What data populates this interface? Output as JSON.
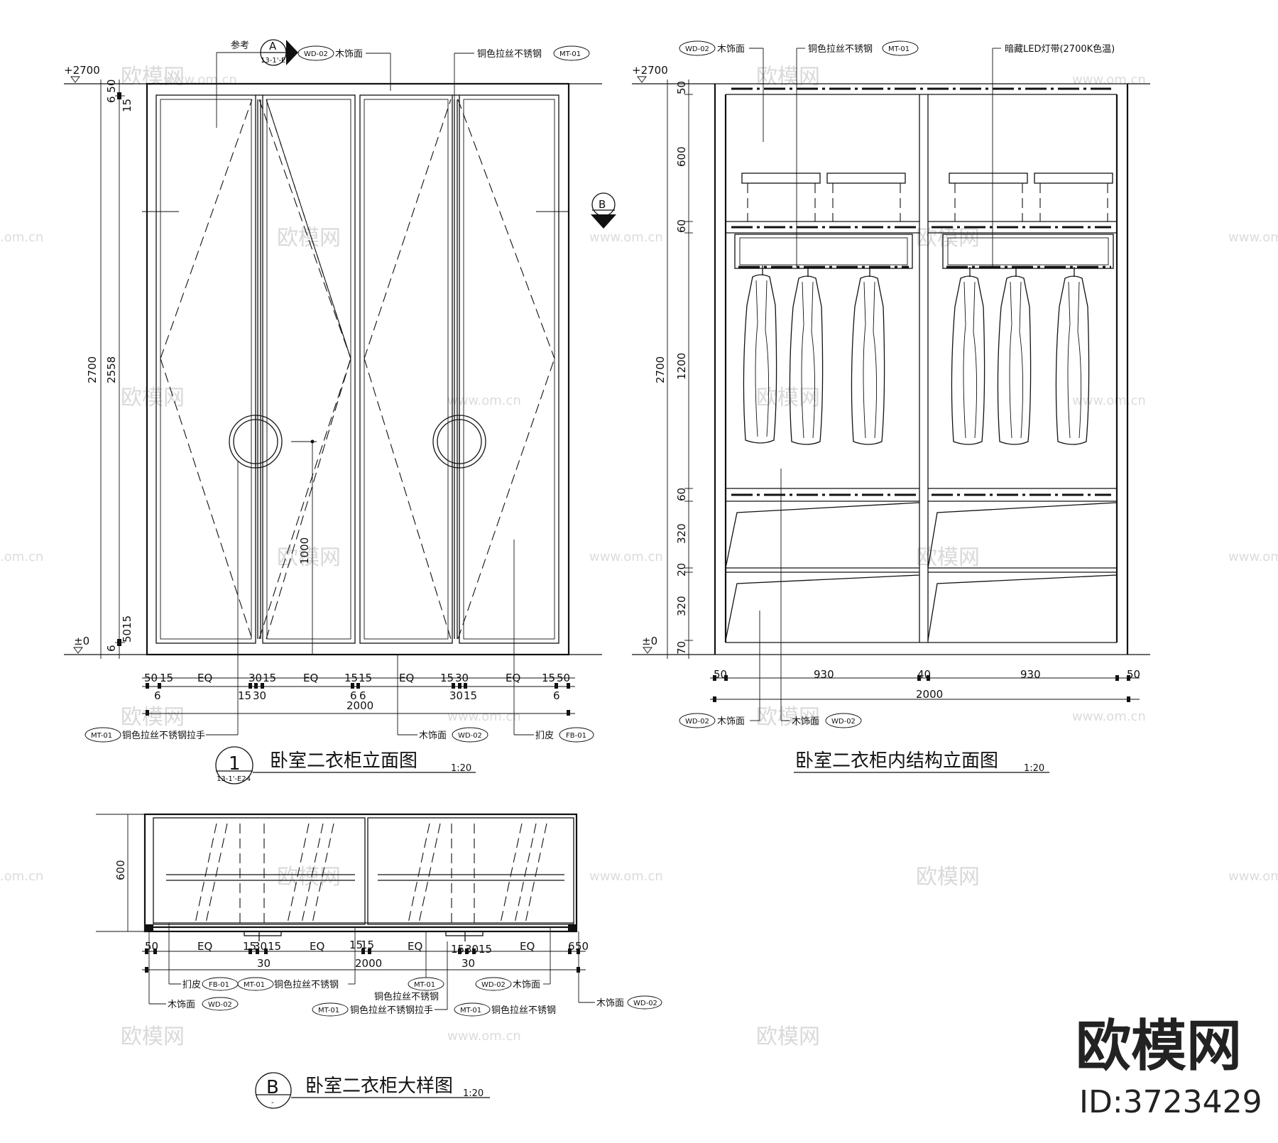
{
  "elev1": {
    "title": "卧室二衣柜立面图",
    "scale": "1:20",
    "num": "1",
    "num_ref": "13-1'-E24",
    "level_top": "+2700",
    "level_bottom": "±0",
    "ref_word": "参考",
    "sect_a": "A",
    "sect_a_ref": "13-1'-E0",
    "sect_b": "B",
    "dim_2700": "2700",
    "dim_2558": "2558",
    "dim_650": "6 50",
    "dim_15t": "15",
    "dim_6": "6",
    "dim_5015": "5015",
    "dim_1000": "1000",
    "bottom_dims": [
      "50",
      "15",
      "EQ",
      "30",
      "15",
      "EQ",
      "15",
      "15",
      "EQ",
      "15",
      "30",
      "EQ",
      "15",
      "50"
    ],
    "bottom_dims2": [
      "6",
      "15",
      "30",
      "6",
      "6",
      "30",
      "15",
      "6"
    ],
    "total": "2000",
    "tag_wd02": "WD-02",
    "tag_mt01": "MT-01",
    "tag_fb01": "FB-01",
    "label_wood": "木饰面",
    "label_steel": "铜色拉丝不锈钢",
    "label_handle": "铜色拉丝不锈钢拉手",
    "label_leather": "扪皮"
  },
  "elev2": {
    "title": "卧室二衣柜内结构立面图",
    "scale": "1:20",
    "level_top": "+2700",
    "level_bottom": "±0",
    "dims_v": [
      "50",
      "600",
      "60",
      "1200",
      "60",
      "320",
      "20",
      "320",
      "70"
    ],
    "dim_2700": "2700",
    "bottom_dims": [
      "50",
      "930",
      "40",
      "930",
      "50"
    ],
    "total": "2000",
    "tag_wd02": "WD-02",
    "tag_mt01": "MT-01",
    "label_wood": "木饰面",
    "label_steel": "铜色拉丝不锈钢",
    "label_led": "暗藏LED灯带(2700K色温)"
  },
  "plan": {
    "title": "卧室二衣柜大样图",
    "scale": "1:20",
    "num": "B",
    "num_ref": "-",
    "dim_600": "600",
    "row1": [
      "50",
      "EQ",
      "15",
      "30",
      "15",
      "EQ",
      "15",
      "15",
      "EQ",
      "15",
      "30",
      "15",
      "EQ",
      "6",
      "50"
    ],
    "total": "2000",
    "dim_30a": "30",
    "dim_30b": "30",
    "tag_fb01": "FB-01",
    "tag_mt01": "MT-01",
    "tag_wd02": "WD-02",
    "label_leather": "扪皮",
    "label_steel": "铜色拉丝不锈钢",
    "label_wood": "木饰面",
    "label_handle": "铜色拉丝不锈钢拉手"
  },
  "watermark": {
    "text": "欧模网",
    "url": "www.om.cn",
    "url_edge": ".om.cn",
    "logo": "欧模网",
    "id": "ID:3723429"
  }
}
